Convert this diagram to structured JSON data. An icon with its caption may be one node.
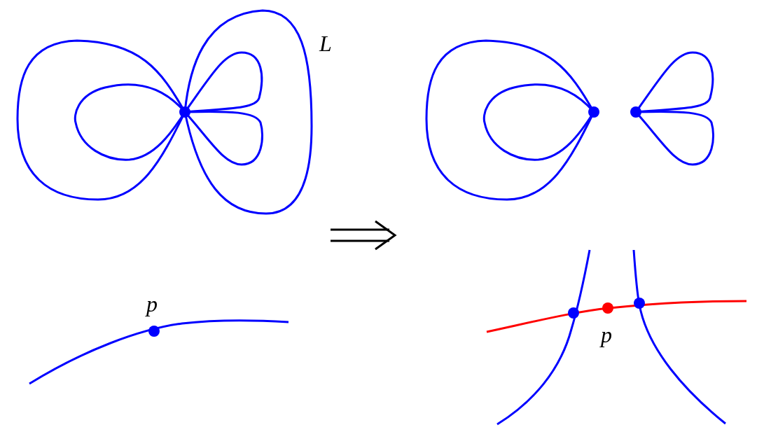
{
  "diagram": {
    "labels": [
      "L",
      "p",
      "p"
    ]
  }
}
